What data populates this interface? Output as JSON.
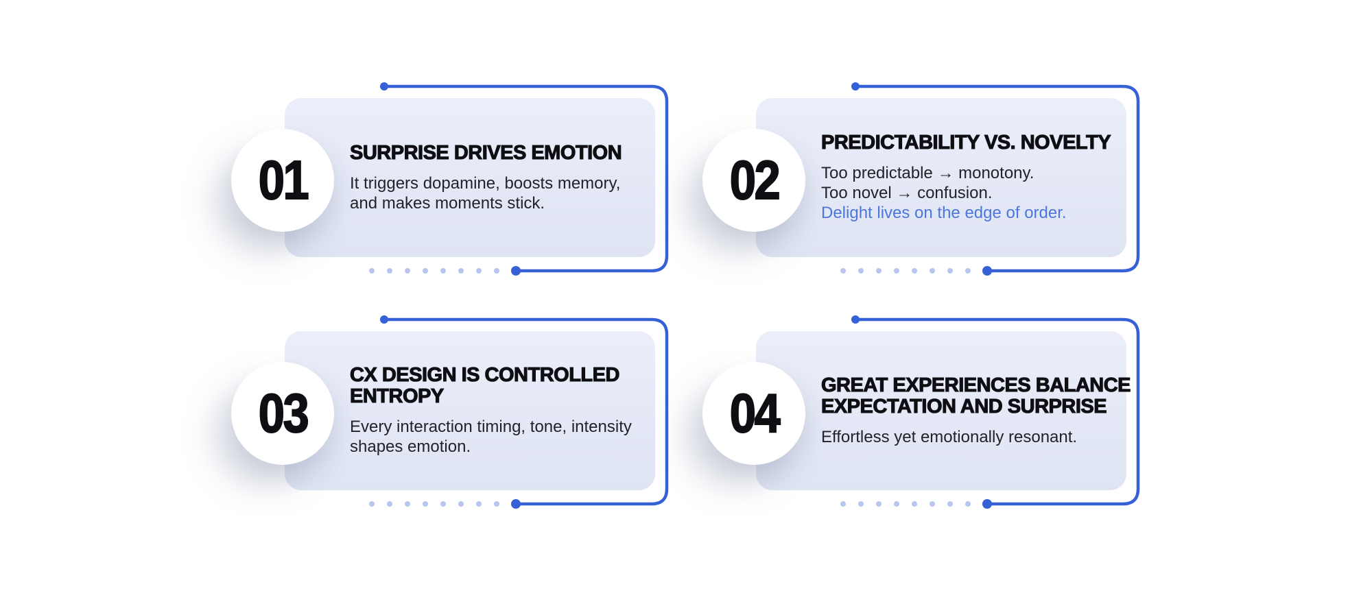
{
  "colors": {
    "background": "#FFFFFF",
    "accent_line": "#3560D6",
    "accent_text": "#4C76DC",
    "panel_top": "#EBEEFA",
    "panel_bottom": "#DFE4F3",
    "faint_dot": "#B8C5EF",
    "title_text": "#0F0F13",
    "body_text": "#222228",
    "circle_bg": "#FFFFFF"
  },
  "cards": [
    {
      "number": "01",
      "title": "SURPRISE DRIVES EMOTION",
      "body": "It triggers dopamine, boosts memory,\nand makes moments stick.",
      "highlight": ""
    },
    {
      "number": "02",
      "title": "PREDICTABILITY VS. NOVELTY",
      "body": "Too predictable → monotony.\nToo novel → confusion.",
      "highlight": "Delight lives on the edge of order."
    },
    {
      "number": "03",
      "title": "CX DESIGN IS CONTROLLED\nENTROPY",
      "body": "Every interaction timing, tone, intensity\nshapes emotion.",
      "highlight": ""
    },
    {
      "number": "04",
      "title": "GREAT EXPERIENCES BALANCE\nEXPECTATION AND SURPRISE",
      "body": "Effortless yet emotionally resonant.",
      "highlight": ""
    }
  ]
}
